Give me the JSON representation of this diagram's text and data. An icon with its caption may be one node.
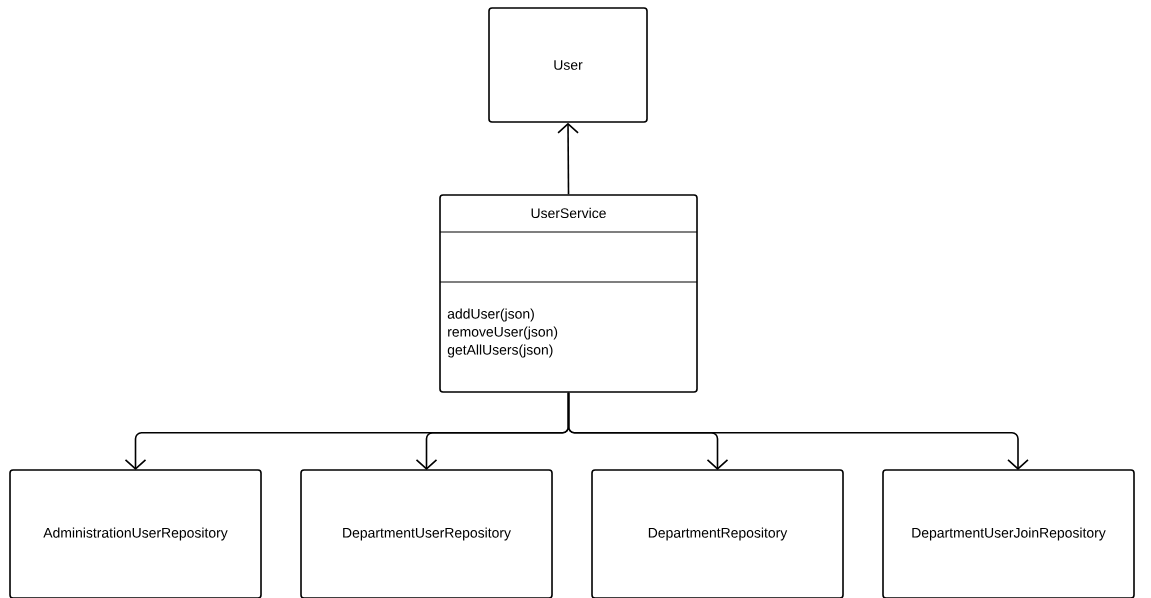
{
  "diagram": {
    "nodes": [
      {
        "text": [
          "User"
        ]
      },
      {
        "text": [
          "UserService",
          "addUser(json)",
          "removeUser(json)",
          "getAllUsers(json)"
        ]
      },
      {
        "text": [
          "AdministrationUserRepository"
        ]
      },
      {
        "text": [
          "DepartmentUserRepository"
        ]
      },
      {
        "text": [
          "DepartmentRepository"
        ]
      },
      {
        "text": [
          "DepartmentUserJoinRepository"
        ]
      }
    ],
    "edges": [
      {
        "from": 1,
        "to": 0,
        "arrow": "to"
      },
      {
        "from": 1,
        "to": 2,
        "arrow": "to"
      },
      {
        "from": 1,
        "to": 3,
        "arrow": "to"
      },
      {
        "from": 1,
        "to": 4,
        "arrow": "to"
      },
      {
        "from": 1,
        "to": 5,
        "arrow": "to"
      }
    ]
  }
}
